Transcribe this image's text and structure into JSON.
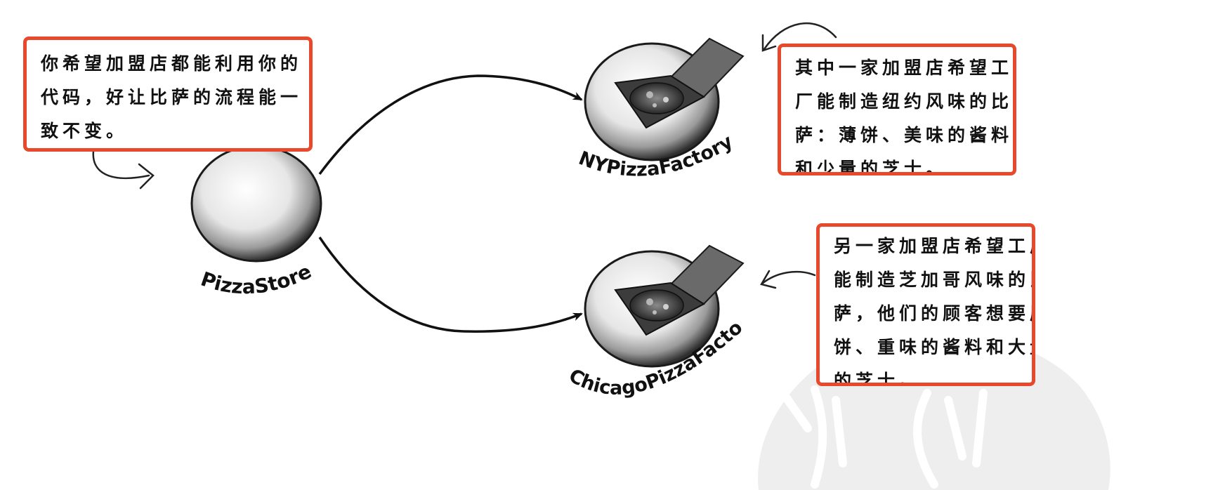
{
  "nodes": {
    "store_label": "PizzaStore",
    "ny_label": "NYPizzaFactory",
    "chicago_label": "ChicagoPizzaFactory"
  },
  "notes": {
    "store": [
      "你希望加盟店都能利用你的",
      "代码，好让比萨的流程能一",
      "致不变。"
    ],
    "ny": [
      "其中一家加盟店希望工",
      "厂能制造纽约风味的比",
      "萨：薄饼、美味的酱料",
      "和少量的芝士。"
    ],
    "chicago": [
      "另一家加盟店希望工厂",
      "能制造芝加哥风味的比",
      "萨，他们的顾客想要厚",
      "饼、重味的酱料和大量",
      "的芝士。"
    ]
  },
  "colors": {
    "callout_border": "#e8492c",
    "ink": "#111111",
    "watermark": "#ececec"
  },
  "icons": {
    "store_node": "plain-sphere",
    "factory_nodes": "sphere-with-pizza-box",
    "watermark": "seal-stamp"
  }
}
